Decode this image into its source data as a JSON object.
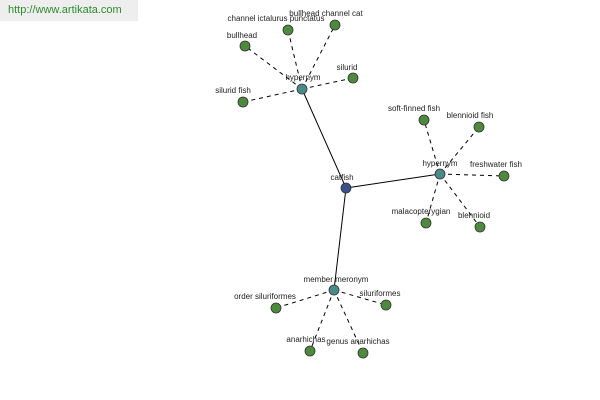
{
  "header": {
    "url": "http://www.artikata.com"
  },
  "graph": {
    "nodes": [
      {
        "id": "catfish",
        "label": "catfish",
        "kind": "center"
      },
      {
        "id": "hyp1",
        "label": "hypernym",
        "kind": "hub"
      },
      {
        "id": "hyp2",
        "label": "hypernym",
        "kind": "hub"
      },
      {
        "id": "mer",
        "label": "member meronym",
        "kind": "hub"
      },
      {
        "id": "bullhead",
        "label": "bullhead",
        "kind": "leaf"
      },
      {
        "id": "chictalurus",
        "label": "channel ictalurus punctatus",
        "kind": "leaf"
      },
      {
        "id": "bullheadchannelcat",
        "label": "bullhead channel cat",
        "kind": "leaf"
      },
      {
        "id": "silurid",
        "label": "silurid",
        "kind": "leaf"
      },
      {
        "id": "siluridfish",
        "label": "silurid fish",
        "kind": "leaf"
      },
      {
        "id": "softfinned",
        "label": "soft-finned fish",
        "kind": "leaf"
      },
      {
        "id": "blennioidfish",
        "label": "blennioid fish",
        "kind": "leaf"
      },
      {
        "id": "freshwater",
        "label": "freshwater fish",
        "kind": "leaf"
      },
      {
        "id": "malacopterygian",
        "label": "malacopterygian",
        "kind": "leaf"
      },
      {
        "id": "blennioid",
        "label": "blennioid",
        "kind": "leaf"
      },
      {
        "id": "ordersiluriformes",
        "label": "order siluriformes",
        "kind": "leaf"
      },
      {
        "id": "siluriformes",
        "label": "siluriformes",
        "kind": "leaf"
      },
      {
        "id": "anarhichas",
        "label": "anarhichas",
        "kind": "leaf"
      },
      {
        "id": "genusanarhichas",
        "label": "genus anarhichas",
        "kind": "leaf"
      }
    ],
    "edges": [
      {
        "from": "catfish",
        "to": "hyp1",
        "style": "solid"
      },
      {
        "from": "catfish",
        "to": "hyp2",
        "style": "solid"
      },
      {
        "from": "catfish",
        "to": "mer",
        "style": "solid"
      },
      {
        "from": "hyp1",
        "to": "bullhead",
        "style": "dashed"
      },
      {
        "from": "hyp1",
        "to": "chictalurus",
        "style": "dashed"
      },
      {
        "from": "hyp1",
        "to": "bullheadchannelcat",
        "style": "dashed"
      },
      {
        "from": "hyp1",
        "to": "silurid",
        "style": "dashed"
      },
      {
        "from": "hyp1",
        "to": "siluridfish",
        "style": "dashed"
      },
      {
        "from": "hyp2",
        "to": "softfinned",
        "style": "dashed"
      },
      {
        "from": "hyp2",
        "to": "blennioidfish",
        "style": "dashed"
      },
      {
        "from": "hyp2",
        "to": "freshwater",
        "style": "dashed"
      },
      {
        "from": "hyp2",
        "to": "malacopterygian",
        "style": "dashed"
      },
      {
        "from": "hyp2",
        "to": "blennioid",
        "style": "dashed"
      },
      {
        "from": "mer",
        "to": "ordersiluriformes",
        "style": "dashed"
      },
      {
        "from": "mer",
        "to": "siluriformes",
        "style": "dashed"
      },
      {
        "from": "mer",
        "to": "anarhichas",
        "style": "dashed"
      },
      {
        "from": "mer",
        "to": "genusanarhichas",
        "style": "dashed"
      }
    ]
  }
}
